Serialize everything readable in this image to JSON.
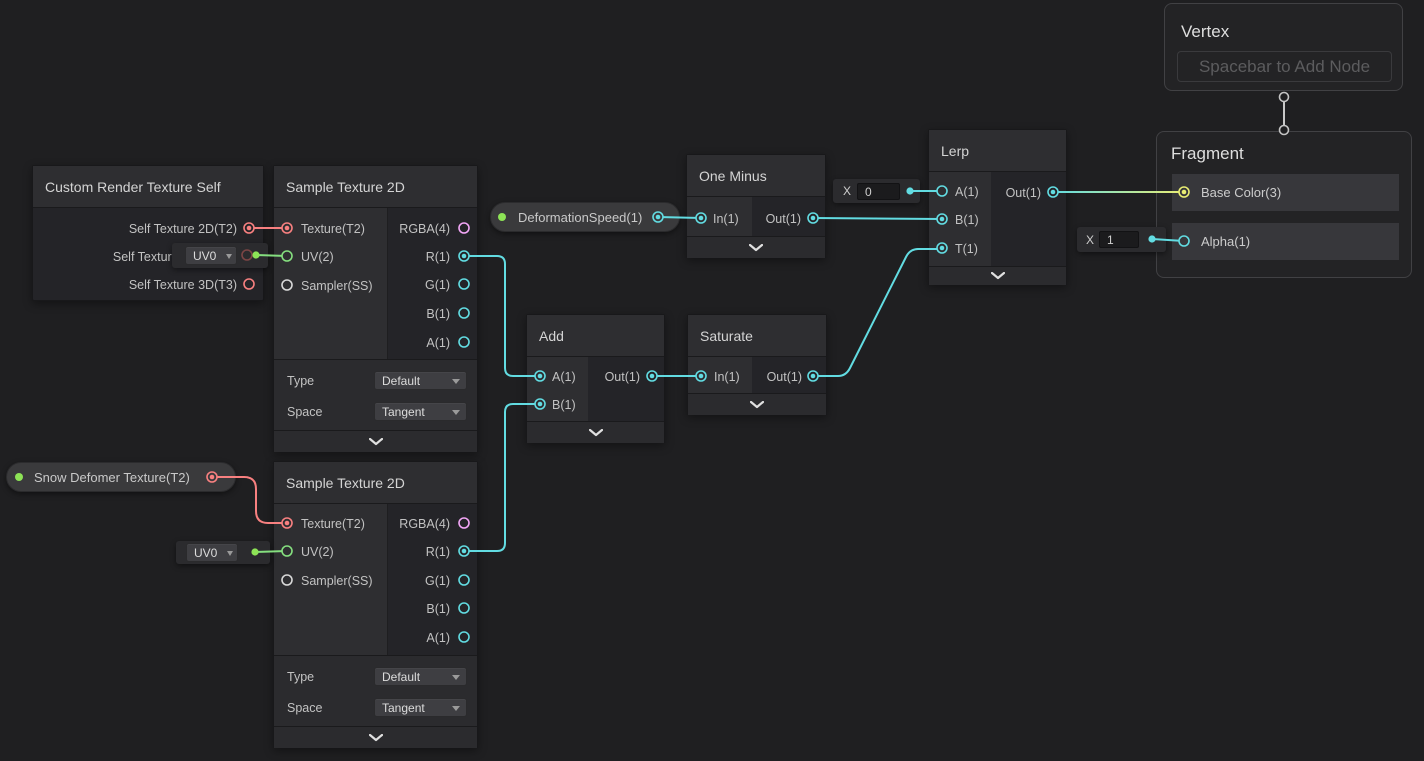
{
  "app": "unity-shader-graph",
  "colors": {
    "background": "#1f1f21",
    "node_header": "#2e2e31",
    "node_body": "#242428",
    "float_port_cyan": "#62dce2",
    "vector2_port_green": "#85df7f",
    "property_dot_green": "#8de356",
    "texture_port_salmon": "#f88080",
    "vector4_port_pink": "#f2a6f6",
    "vector3_port_yellow": "#e9ed73",
    "sampler_port_gray": "#d8d8d8",
    "hidden_port_dim_red": "#7c4545"
  },
  "graph": {
    "vertex": {
      "title": "Vertex",
      "placeholder": "Spacebar to Add Node"
    },
    "fragment": {
      "title": "Fragment",
      "base_color": "Base Color(3)",
      "alpha": "Alpha(1)"
    },
    "crts": {
      "title": "Custom Render Texture Self",
      "out_2d": "Self Texture 2D(T2)",
      "out_cube": "Self Texture Cube(TC)",
      "out_3d": "Self Texture 3D(T3)"
    },
    "sample_texture": {
      "title": "Sample Texture 2D",
      "in_texture": "Texture(T2)",
      "in_uv": "UV(2)",
      "in_sampler": "Sampler(SS)",
      "out_rgba": "RGBA(4)",
      "out_r": "R(1)",
      "out_g": "G(1)",
      "out_b": "B(1)",
      "out_a": "A(1)",
      "type_label": "Type",
      "type_value": "Default",
      "space_label": "Space",
      "space_value": "Tangent"
    },
    "one_minus": {
      "title": "One Minus",
      "in": "In(1)",
      "out": "Out(1)"
    },
    "add": {
      "title": "Add",
      "in_a": "A(1)",
      "in_b": "B(1)",
      "out": "Out(1)"
    },
    "saturate": {
      "title": "Saturate",
      "in": "In(1)",
      "out": "Out(1)"
    },
    "lerp": {
      "title": "Lerp",
      "in_a": "A(1)",
      "in_b": "B(1)",
      "in_t": "T(1)",
      "out": "Out(1)"
    },
    "properties": {
      "deformation_speed": "DeformationSpeed(1)",
      "snow_deformer": "Snow Defomer Texture(T2)"
    },
    "inline": {
      "uv_value": "UV0",
      "x_label": "X",
      "x0_value": "0",
      "x1_value": "1"
    }
  }
}
